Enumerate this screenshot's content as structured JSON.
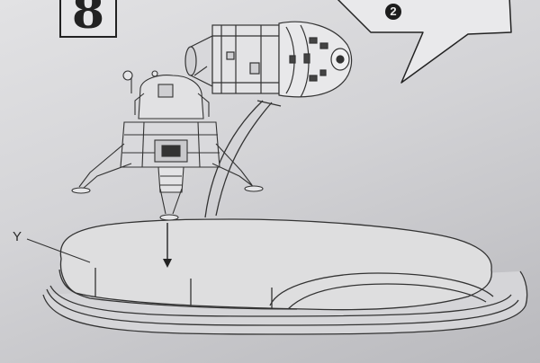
{
  "step": {
    "number": "8"
  },
  "callout": {
    "marker": "2"
  },
  "labels": {
    "part_y": "Y"
  },
  "icons": {
    "step_box": "step-number-box",
    "callout_marker": "circled-number-icon",
    "direction_arrow": "down-arrow-icon"
  },
  "colors": {
    "paper": "#dcdcdf",
    "ink": "#222222"
  }
}
